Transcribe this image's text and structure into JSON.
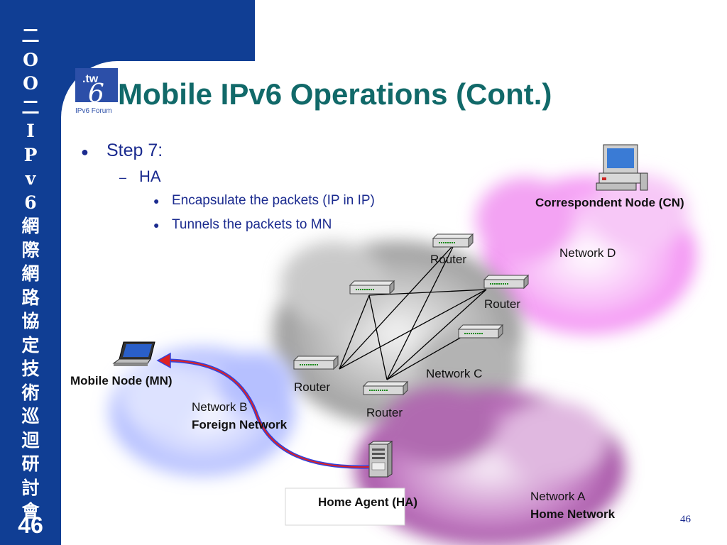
{
  "sidebar": {
    "vertical_chars": [
      "二",
      "O",
      "O",
      "二",
      "I",
      "P",
      "v",
      "6",
      "網",
      "際",
      "網",
      "路",
      "協",
      "定",
      "技",
      "術",
      "巡",
      "迴",
      "研",
      "討",
      "會"
    ],
    "page_number": "46"
  },
  "logo": {
    "text_top": ".tw",
    "digit": "6",
    "caption": "IPv6 Forum"
  },
  "slide": {
    "title": "Mobile IPv6 Operations (Cont.)",
    "bullets": [
      {
        "mark": "●",
        "text": "Step 7:"
      },
      {
        "mark": "–",
        "text": "HA"
      },
      {
        "mark": "●",
        "text": "Encapsulate  the packets (IP in IP)"
      },
      {
        "mark": "●",
        "text": "Tunnels the packets to MN"
      }
    ],
    "slide_number": "46"
  },
  "diagram": {
    "cn_label": "Correspondent Node (CN)",
    "network_d": "Network D",
    "network_c": "Network C",
    "network_b": "Network B",
    "network_b_sub": "Foreign Network",
    "network_a": "Network A",
    "network_a_sub": "Home Network",
    "router_label": "Router",
    "mn_label": "Mobile Node (MN)",
    "ha_label": "Home Agent (HA)",
    "colors": {
      "cloud_gray": "#9a9a9a",
      "cloud_pink": "#ee66ee",
      "cloud_blue": "#8fa0ff",
      "cloud_purple": "#8a2a8a",
      "tunnel_red": "#dd2222",
      "tunnel_blue": "#3344dd"
    }
  }
}
